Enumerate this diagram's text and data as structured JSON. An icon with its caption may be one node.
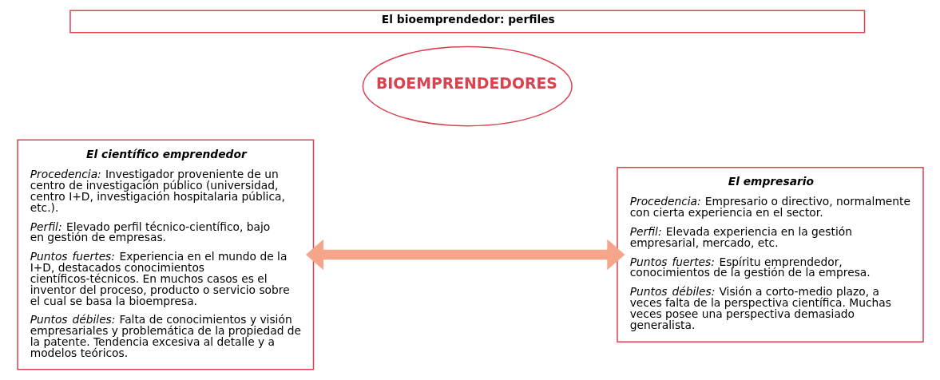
{
  "diagram": {
    "nodes": [
      {
        "text": [
          "El bioemprendedor: perfiles"
        ]
      },
      {
        "text": [
          "El científico emprendedor",
          "*Procedencia:* Investigador proveniente de un centro de investigación público (universidad, centro I+D, investigación hospitalaria pública, etc.).",
          "*Perfil:* Elevado perfil técnico-científico, bajo en gestión de empresas.",
          "*Puntos fuertes:* Experiencia en el mundo de la I+D, destacados conocimientos científicos-técnicos. En muchos casos es el inventor del proceso, producto o servicio sobre el cual se basa la bioempresa.",
          "*Puntos débiles:* Falta de conocimientos y visión empresariales y problemática de la propiedad de la patente. Tendencia excesiva al detalle y a modelos teóricos."
        ]
      },
      {
        "text": [
          "BIOEMPRENDEDORES"
        ]
      },
      {
        "text": [
          "El empresario",
          "*Procedencia:* Empresario o directivo, normalmente con cierta experiencia en el sector.",
          "*Perfil:* Elevada experiencia en la gestión empresarial, mercado, etc.",
          "*Puntos fuertes:* Espíritu emprendedor, conocimientos de la gestión de la empresa.",
          "*Puntos débiles:* Visión a corto-medio plazo, a veces falta de la perspectiva científica. Muchas veces posee una perspectiva demasiado generalista."
        ]
      }
    ],
    "edges": [
      {
        "from": 1,
        "to": 3,
        "arrow": "both",
        "color": "#f4a58a"
      }
    ]
  }
}
